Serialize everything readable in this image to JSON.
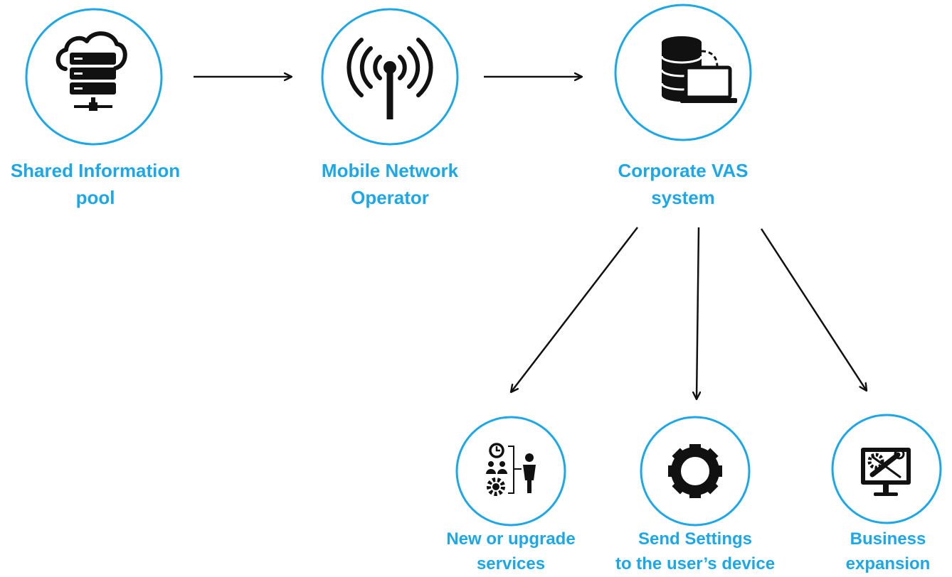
{
  "colors": {
    "accent": "#1ea7e6",
    "ink": "#111111",
    "background": "#ffffff"
  },
  "nodes": [
    {
      "id": "shared-info",
      "icon": "cloud-server-icon",
      "label_lines": [
        "Shared Information",
        "pool"
      ]
    },
    {
      "id": "mobile-operator",
      "icon": "antenna-icon",
      "label_lines": [
        "Mobile Network",
        "Operator"
      ]
    },
    {
      "id": "corporate-vas",
      "icon": "database-laptop-icon",
      "label_lines": [
        "Corporate VAS",
        "system"
      ]
    },
    {
      "id": "new-services",
      "icon": "team-management-icon",
      "label_lines": [
        "New or upgrade",
        "services"
      ]
    },
    {
      "id": "send-settings",
      "icon": "gear-icon",
      "label_lines": [
        "Send Settings",
        "to the user’s device"
      ]
    },
    {
      "id": "business-expansion",
      "icon": "monitor-tools-icon",
      "label_lines": [
        "Business",
        "expansion"
      ]
    }
  ],
  "edges": [
    {
      "from": "shared-info",
      "to": "mobile-operator"
    },
    {
      "from": "mobile-operator",
      "to": "corporate-vas"
    },
    {
      "from": "corporate-vas",
      "to": "new-services"
    },
    {
      "from": "corporate-vas",
      "to": "send-settings"
    },
    {
      "from": "corporate-vas",
      "to": "business-expansion"
    }
  ]
}
